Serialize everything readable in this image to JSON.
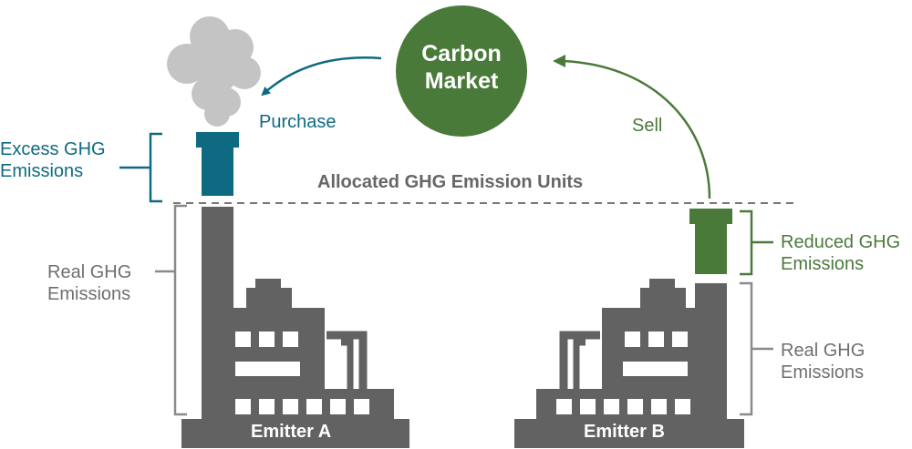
{
  "market": {
    "line1": "Carbon",
    "line2": "Market"
  },
  "allocated_label": "Allocated GHG Emission Units",
  "purchase_label": "Purchase",
  "sell_label": "Sell",
  "excess": {
    "line1": "Excess GHG",
    "line2": "Emissions"
  },
  "real_a": {
    "line1": "Real GHG",
    "line2": "Emissions"
  },
  "reduced": {
    "line1": "Reduced GHG",
    "line2": "Emissions"
  },
  "real_b": {
    "line1": "Real GHG",
    "line2": "Emissions"
  },
  "emitter_a": "Emitter A",
  "emitter_b": "Emitter B",
  "colors": {
    "teal": "#0e6a80",
    "green": "#4a7a3a",
    "factory": "#626262",
    "smoke": "#c4c4c4",
    "bracket": "#8a8a8a"
  }
}
